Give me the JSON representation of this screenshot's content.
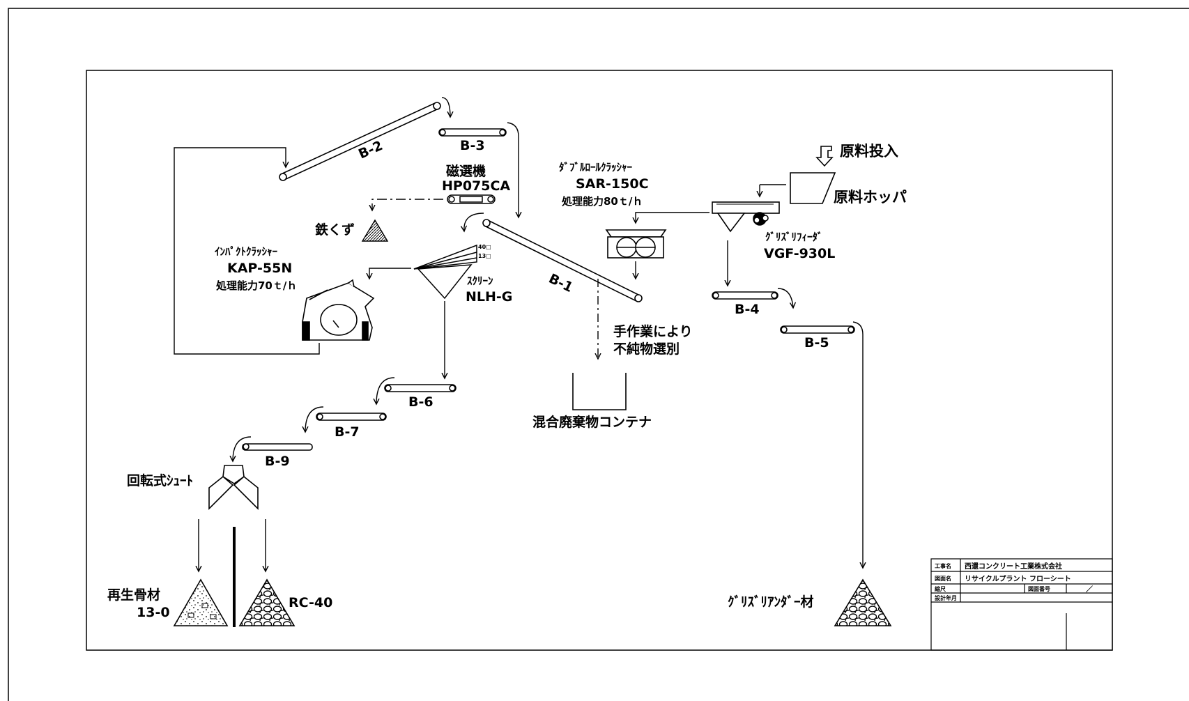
{
  "feed": {
    "raw_input": "原料投入",
    "hopper": "原料ホッパ"
  },
  "grizzly_feeder": {
    "name": "ｸﾞﾘｽﾞﾘﾌｨｰﾀﾞ",
    "model": "VGF-930L"
  },
  "double_roll_crusher": {
    "name": "ﾀﾞﾌﾞﾙﾛｰﾙｸﾗｯｼｬｰ",
    "model": "SAR-150C",
    "capacity": "処理能力80ｔ/ｈ"
  },
  "magnetic_separator": {
    "name": "磁選機",
    "model": "HP075CA"
  },
  "iron_scrap": "鉄くず",
  "impact_crusher": {
    "name": "ｲﾝﾊﾟｸﾄｸﾗｯｼｬｰ",
    "model": "KAP-55N",
    "capacity": "処理能力70ｔ/ｈ"
  },
  "screen": {
    "name": "ｽｸﾘｰﾝ",
    "model": "NLH-G",
    "deck_top": "40□",
    "deck_bottom": "13□"
  },
  "manual_sort": {
    "line1": "手作業により",
    "line2": "不純物選別"
  },
  "waste_container": "混合廃棄物コンテナ",
  "rotary_chute": "回転式ｼｭｰﾄ",
  "products": {
    "recycled_aggregate": {
      "name": "再生骨材",
      "size": "13-0"
    },
    "rc40": "RC-40",
    "grizzly_under": "ｸﾞﾘｽﾞﾘｱﾝﾀﾞｰ材"
  },
  "conveyors": {
    "b1": "B-1",
    "b2": "B-2",
    "b3": "B-3",
    "b4": "B-4",
    "b5": "B-5",
    "b6": "B-6",
    "b7": "B-7",
    "b9": "B-9"
  },
  "title_block": {
    "row1_label": "工事名",
    "row1_value": "西還コンクリート工業株式会社",
    "row2_label": "図面名",
    "row2_value": "リサイクルプラント フローシート",
    "row3_label": "縮尺",
    "row3_mid": "図面番号",
    "row3_value": "／",
    "row4_label": "設計年月"
  }
}
